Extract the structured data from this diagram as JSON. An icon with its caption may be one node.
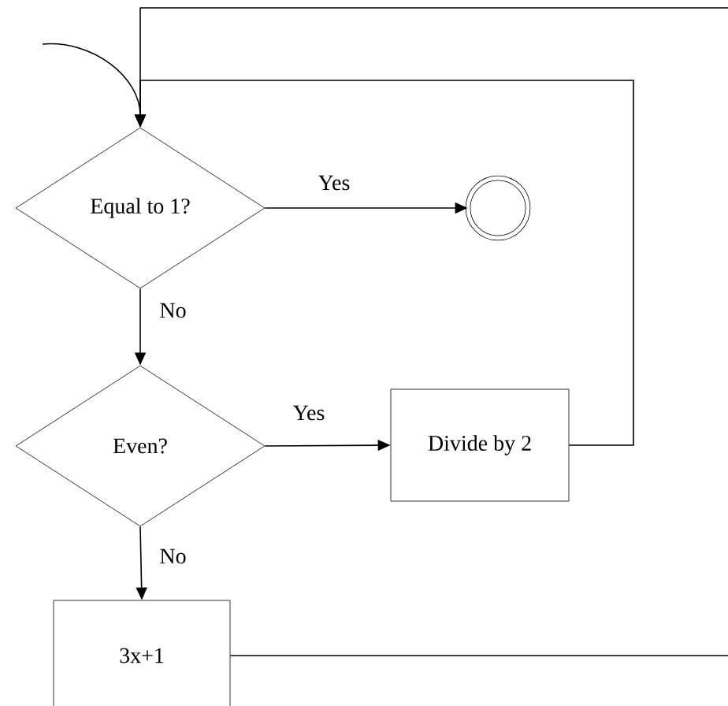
{
  "diagram": {
    "nodes": [
      {
        "text": [
          "Equal to 1?"
        ]
      },
      {
        "text": [],
        "shape": "circle"
      },
      {
        "text": [
          "Even?"
        ]
      },
      {
        "text": [
          "Divide by 2"
        ]
      },
      {
        "text": [
          "3x+1"
        ]
      }
    ],
    "edges": [
      {
        "from": null,
        "to": 0,
        "arrow": "to"
      },
      {
        "from": 0,
        "to": 1,
        "arrow": "to",
        "label": "Yes"
      },
      {
        "from": 0,
        "to": 2,
        "arrow": "to",
        "label": "No"
      },
      {
        "from": 2,
        "to": 3,
        "arrow": "to",
        "label": "Yes"
      },
      {
        "from": 2,
        "to": 4,
        "arrow": "to",
        "label": "No"
      },
      {
        "from": 3,
        "to": 0,
        "arrow": "to"
      },
      {
        "from": 4,
        "to": 0,
        "arrow": "to"
      }
    ]
  }
}
